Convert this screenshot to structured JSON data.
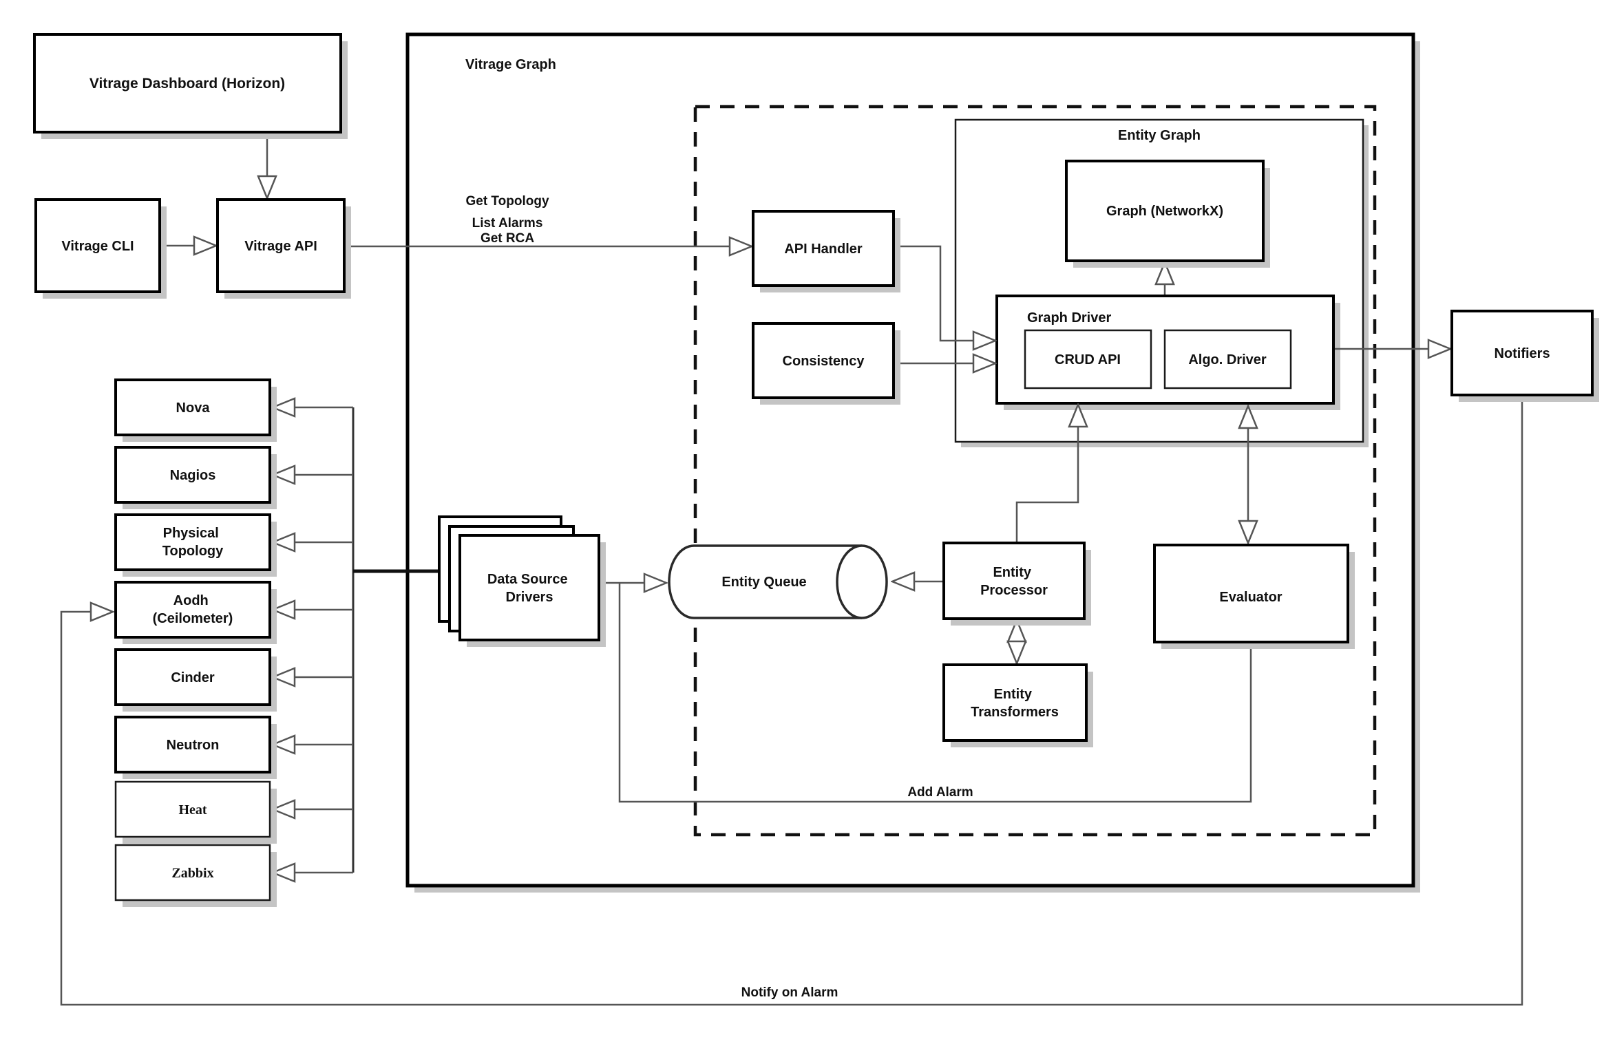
{
  "containers": {
    "vitrage_graph": {
      "label": "Vitrage Graph"
    },
    "entity_graph": {
      "label": "Entity Graph"
    },
    "graph_driver": {
      "label": "Graph Driver"
    }
  },
  "nodes": {
    "dashboard": {
      "label": "Vitrage Dashboard (Horizon)"
    },
    "cli": {
      "label": "Vitrage CLI"
    },
    "api": {
      "label": "Vitrage API"
    },
    "api_handler": {
      "label": "API Handler"
    },
    "consistency": {
      "label": "Consistency"
    },
    "graph_networkx": {
      "label": "Graph (NetworkX)"
    },
    "crud_api": {
      "label": "CRUD API"
    },
    "algo_driver": {
      "label": "Algo. Driver"
    },
    "entity_queue": {
      "label": "Entity Queue"
    },
    "entity_processor": {
      "line1": "Entity",
      "line2": "Processor"
    },
    "entity_transformers": {
      "line1": "Entity",
      "line2": "Transformers"
    },
    "evaluator": {
      "label": "Evaluator"
    },
    "notifiers": {
      "label": "Notifiers"
    },
    "data_source_drivers": {
      "line1": "Data Source",
      "line2": "Drivers"
    }
  },
  "sources": [
    {
      "label1": "Nova"
    },
    {
      "label1": "Nagios"
    },
    {
      "label1": "Physical",
      "label2": "Topology"
    },
    {
      "label1": "Aodh",
      "label2": "(Ceilometer)"
    },
    {
      "label1": "Cinder"
    },
    {
      "label1": "Neutron"
    },
    {
      "label1": "Heat"
    },
    {
      "label1": "Zabbix"
    }
  ],
  "edge_labels": {
    "get_topology": "Get Topology",
    "list_alarms": "List Alarms",
    "get_rca": "Get RCA",
    "add_alarm": "Add Alarm",
    "notify_on_alarm": "Notify on Alarm"
  },
  "colors": {
    "background": "#ffffff",
    "box_border": "#000000",
    "connector": "#555555",
    "shadow": "#c4c4c4"
  }
}
